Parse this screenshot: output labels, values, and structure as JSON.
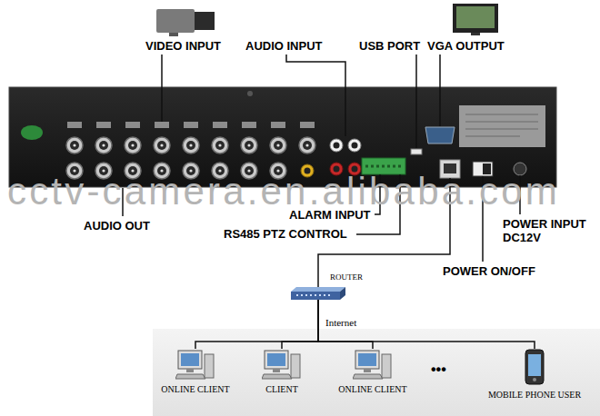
{
  "diagram": {
    "nodes": [
      {
        "text": [
          "ROUTER"
        ]
      },
      {
        "text": [
          "ONLINE CLIENT"
        ]
      },
      {
        "text": [
          "CLIENT"
        ]
      },
      {
        "text": [
          "ONLINE CLIENT"
        ]
      },
      {
        "text": [
          "MOBILE PHONE USER"
        ]
      }
    ],
    "edges": [
      {
        "from": 0,
        "to": 1,
        "arrow": "none"
      },
      {
        "from": 0,
        "to": 2,
        "arrow": "none"
      },
      {
        "from": 0,
        "to": 3,
        "arrow": "none"
      },
      {
        "from": 0,
        "to": 4,
        "arrow": "none"
      }
    ],
    "labels": [
      "VIDEO INPUT",
      "AUDIO INPUT",
      "USB PORT",
      "VGA OUTPUT",
      "AUDIO OUT",
      "ALARM INPUT",
      "RS485 PTZ CONTROL",
      "POWER ON/OFF",
      "POWER INPUT DC12V",
      "cctv-camera.en.alibaba.com",
      "Internet",
      "•••"
    ]
  }
}
